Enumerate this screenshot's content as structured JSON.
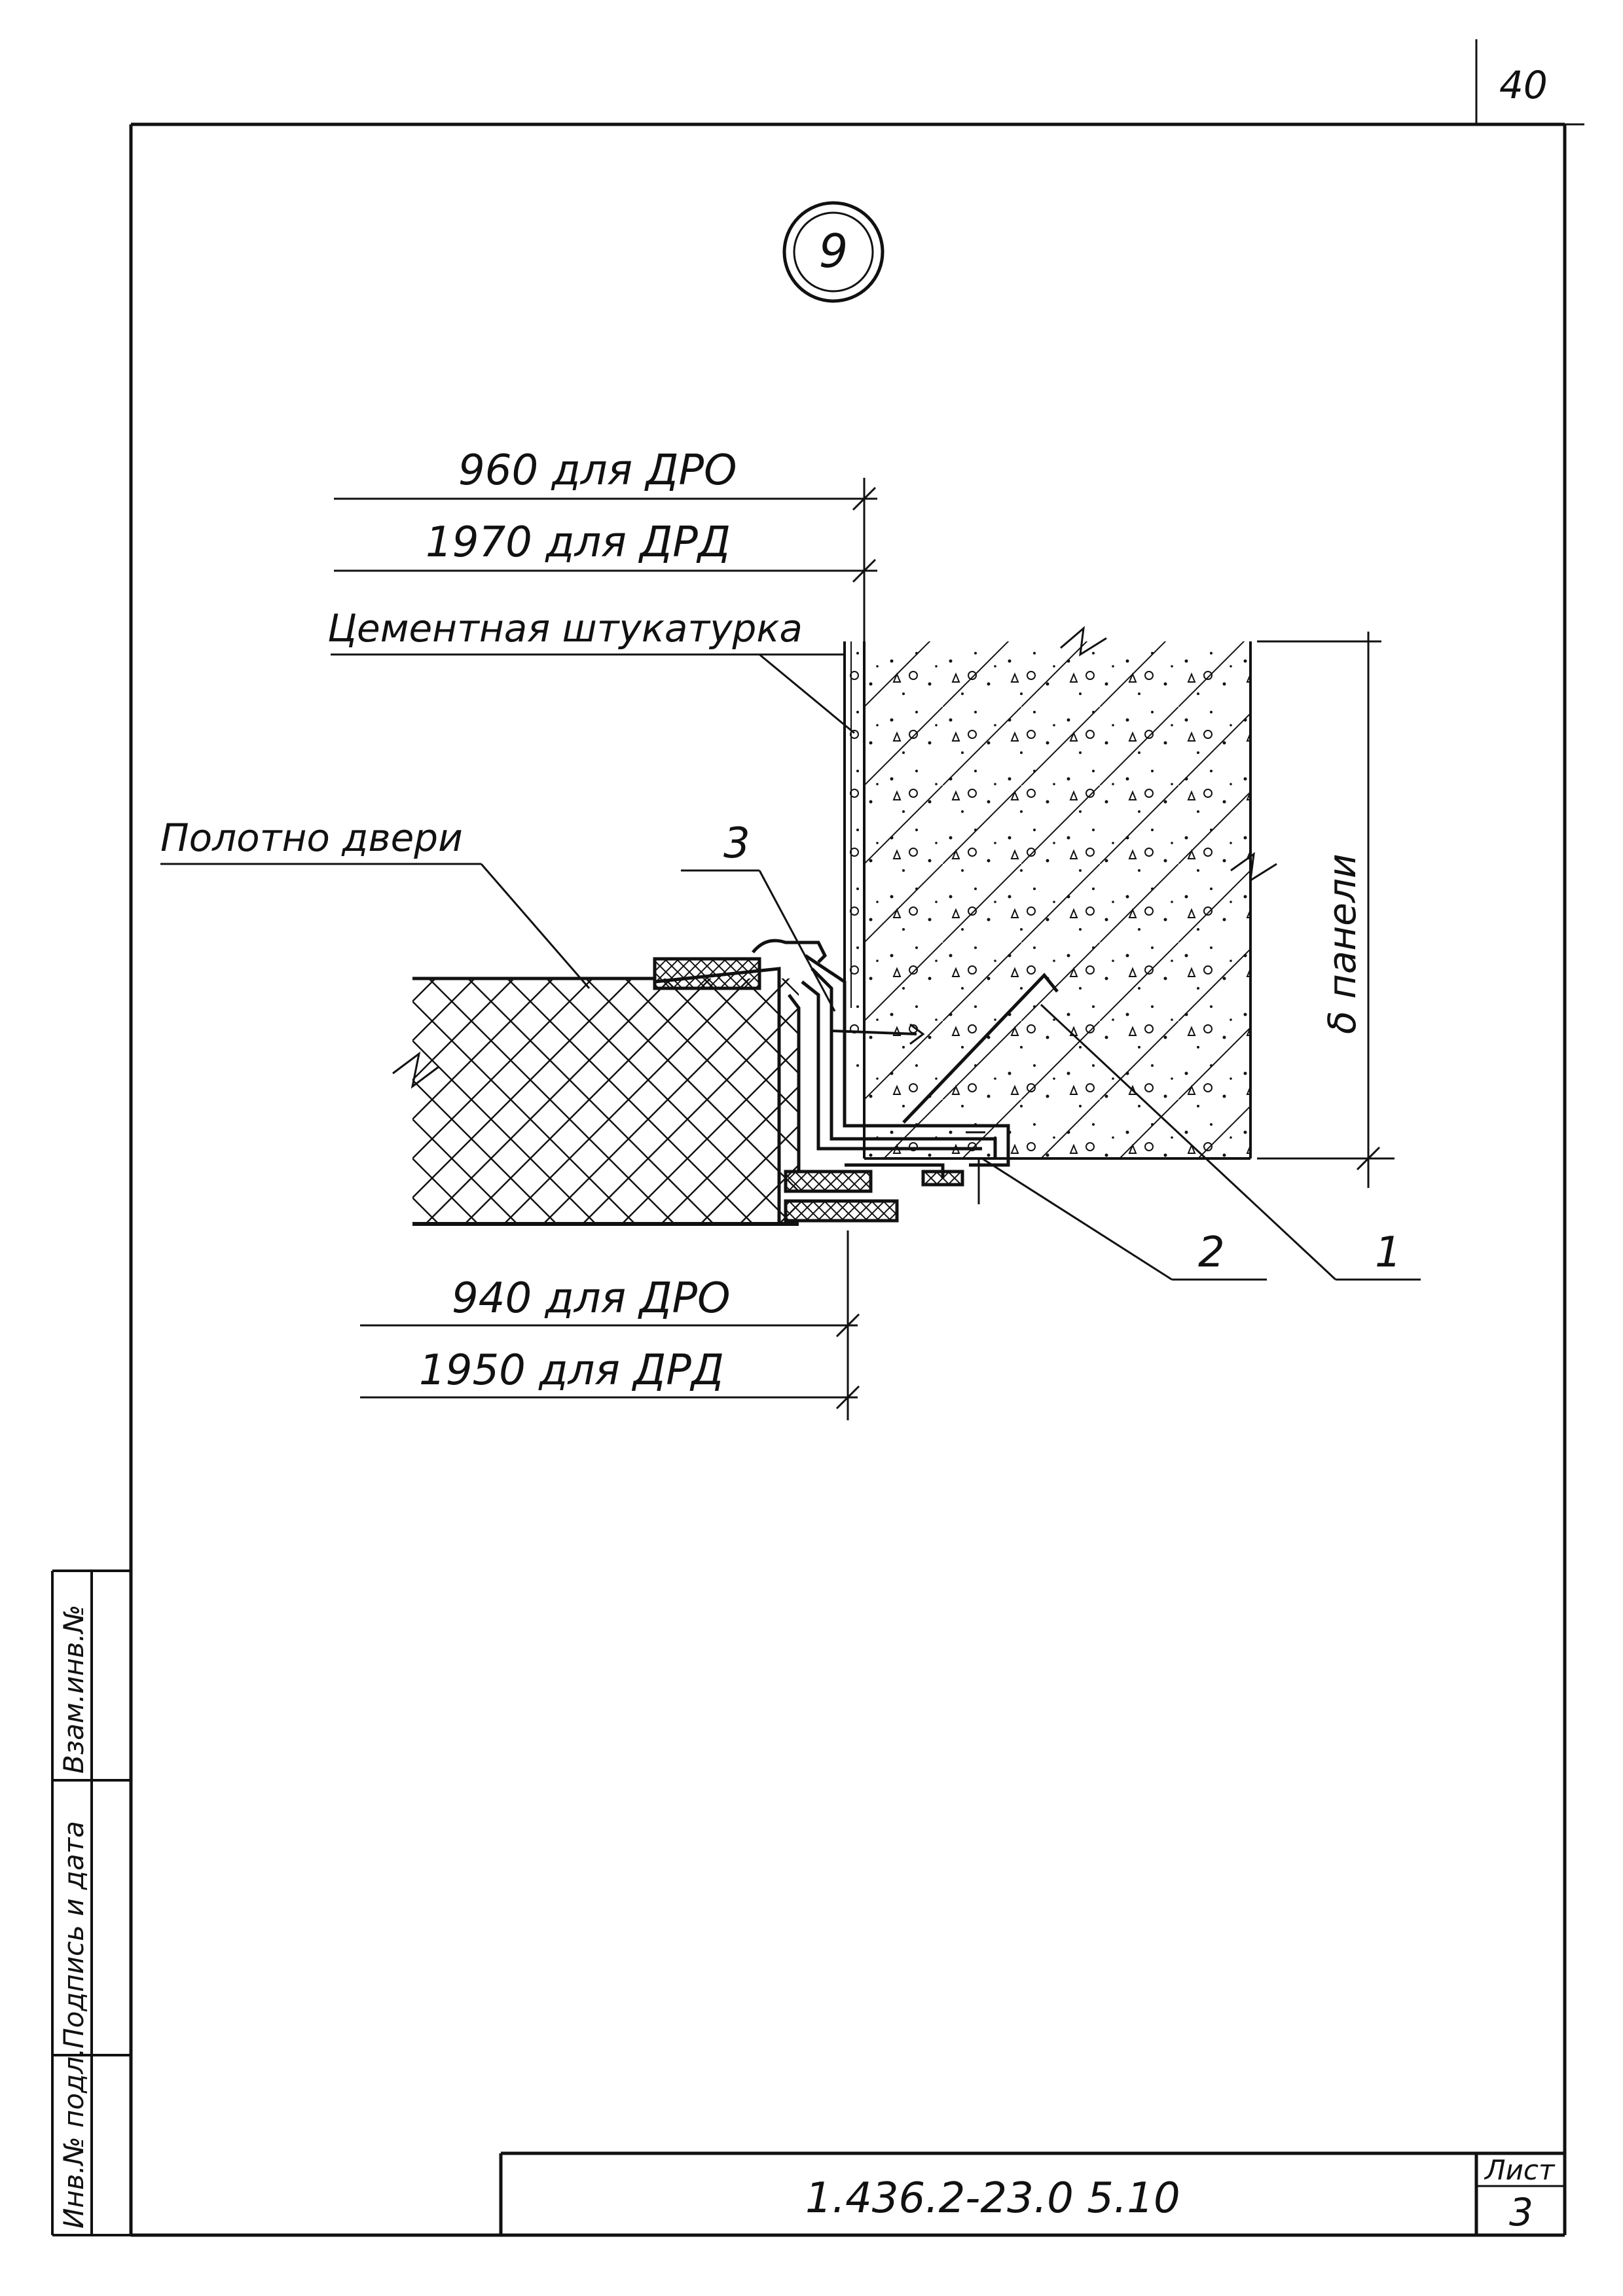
{
  "sheet_number_top": "40",
  "detail_marker": "9",
  "dimensions": {
    "top_1": "960 для ДРО",
    "top_2": "1970 для ДРД",
    "bottom_1": "940 для ДРО",
    "bottom_2": "1950 для ДРД",
    "panel_thickness": "δ панели"
  },
  "labels": {
    "plaster": "Цементная штукатурка",
    "door_leaf": "Полотно двери"
  },
  "callouts": [
    "1",
    "2",
    "3"
  ],
  "side_stamp": {
    "col1": "Инв.№ подл.",
    "col2": "Подпись и дата",
    "col3": "Взам.инв.№"
  },
  "title_block": {
    "designation": "1.436.2-23.0   5.10",
    "sheet_label": "Лист",
    "sheet_value": "3"
  },
  "colors": {
    "ink": "#111111",
    "paper": "#ffffff"
  }
}
